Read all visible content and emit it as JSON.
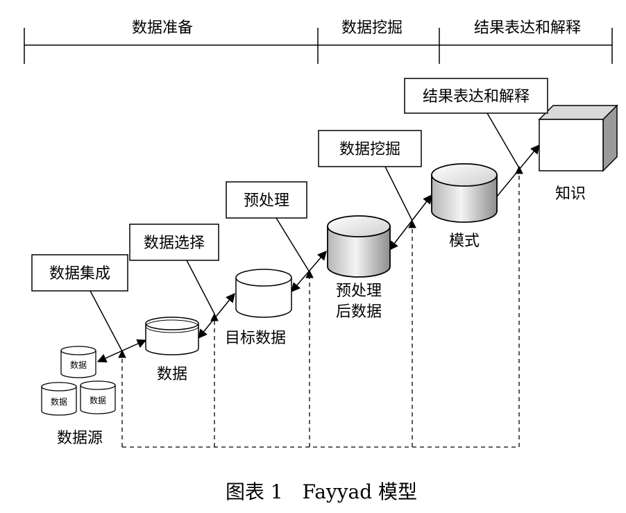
{
  "phases": [
    {
      "label": "数据准备"
    },
    {
      "label": "数据挖掘"
    },
    {
      "label": "结果表达和解释"
    }
  ],
  "steps": [
    {
      "label": "数据集成"
    },
    {
      "label": "数据选择"
    },
    {
      "label": "预处理"
    },
    {
      "label": "数据挖掘"
    },
    {
      "label": "结果表达和解释"
    }
  ],
  "stores": {
    "source": "数据源",
    "source_disk": "数据",
    "data": "数据",
    "target": "目标数据",
    "preprocessed_line1": "预处理",
    "preprocessed_line2": "后数据",
    "model": "模式",
    "knowledge": "知识"
  },
  "caption": "图表 1　Fayyad 模型",
  "colors": {
    "stroke": "#000000",
    "cylinder_light": "#ffffff",
    "cylinder_shade": "#c8c8c8",
    "cube_side": "#9a9a9a",
    "cube_top": "#d9d9d9"
  }
}
